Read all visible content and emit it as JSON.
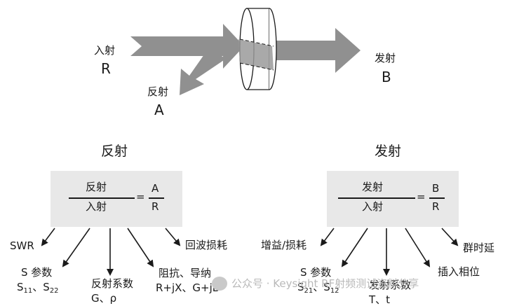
{
  "top": {
    "incident_label": "入射",
    "incident_letter": "R",
    "reflected_label": "反射",
    "reflected_letter": "A",
    "transmitted_label": "发射",
    "transmitted_letter": "B"
  },
  "left": {
    "heading": "反射",
    "numerator": "反射",
    "denominator": "入射",
    "equals": "=",
    "ratio_num": "A",
    "ratio_den": "R",
    "outputs": {
      "swr": "SWR",
      "s_params_label": "S 参数",
      "s_params_a": "S",
      "s_params_a_sub": "11",
      "s_params_sep": "、",
      "s_params_b": "S",
      "s_params_b_sub": "22",
      "refl_coef_label": "反射系数",
      "refl_coef_symbols": "G、ρ",
      "impedance_label": "阻抗、导纳",
      "impedance_formula": "R+jX、G+jB",
      "return_loss": "回波损耗"
    }
  },
  "right": {
    "heading": "发射",
    "numerator": "发射",
    "denominator": "入射",
    "equals": "=",
    "ratio_num": "B",
    "ratio_den": "R",
    "outputs": {
      "gain_loss": "增益/损耗",
      "s_params_label": "S 参数",
      "s_params_a": "S",
      "s_params_a_sub": "21",
      "s_params_sep": "、",
      "s_params_b": "S",
      "s_params_b_sub": "12",
      "trans_coef_label": "发射系数",
      "trans_coef_symbols": "T、t",
      "insertion_phase": "插入相位",
      "group_delay": "群时延"
    }
  },
  "watermark": "公众号 · Keysight RF射频测试资料分享"
}
